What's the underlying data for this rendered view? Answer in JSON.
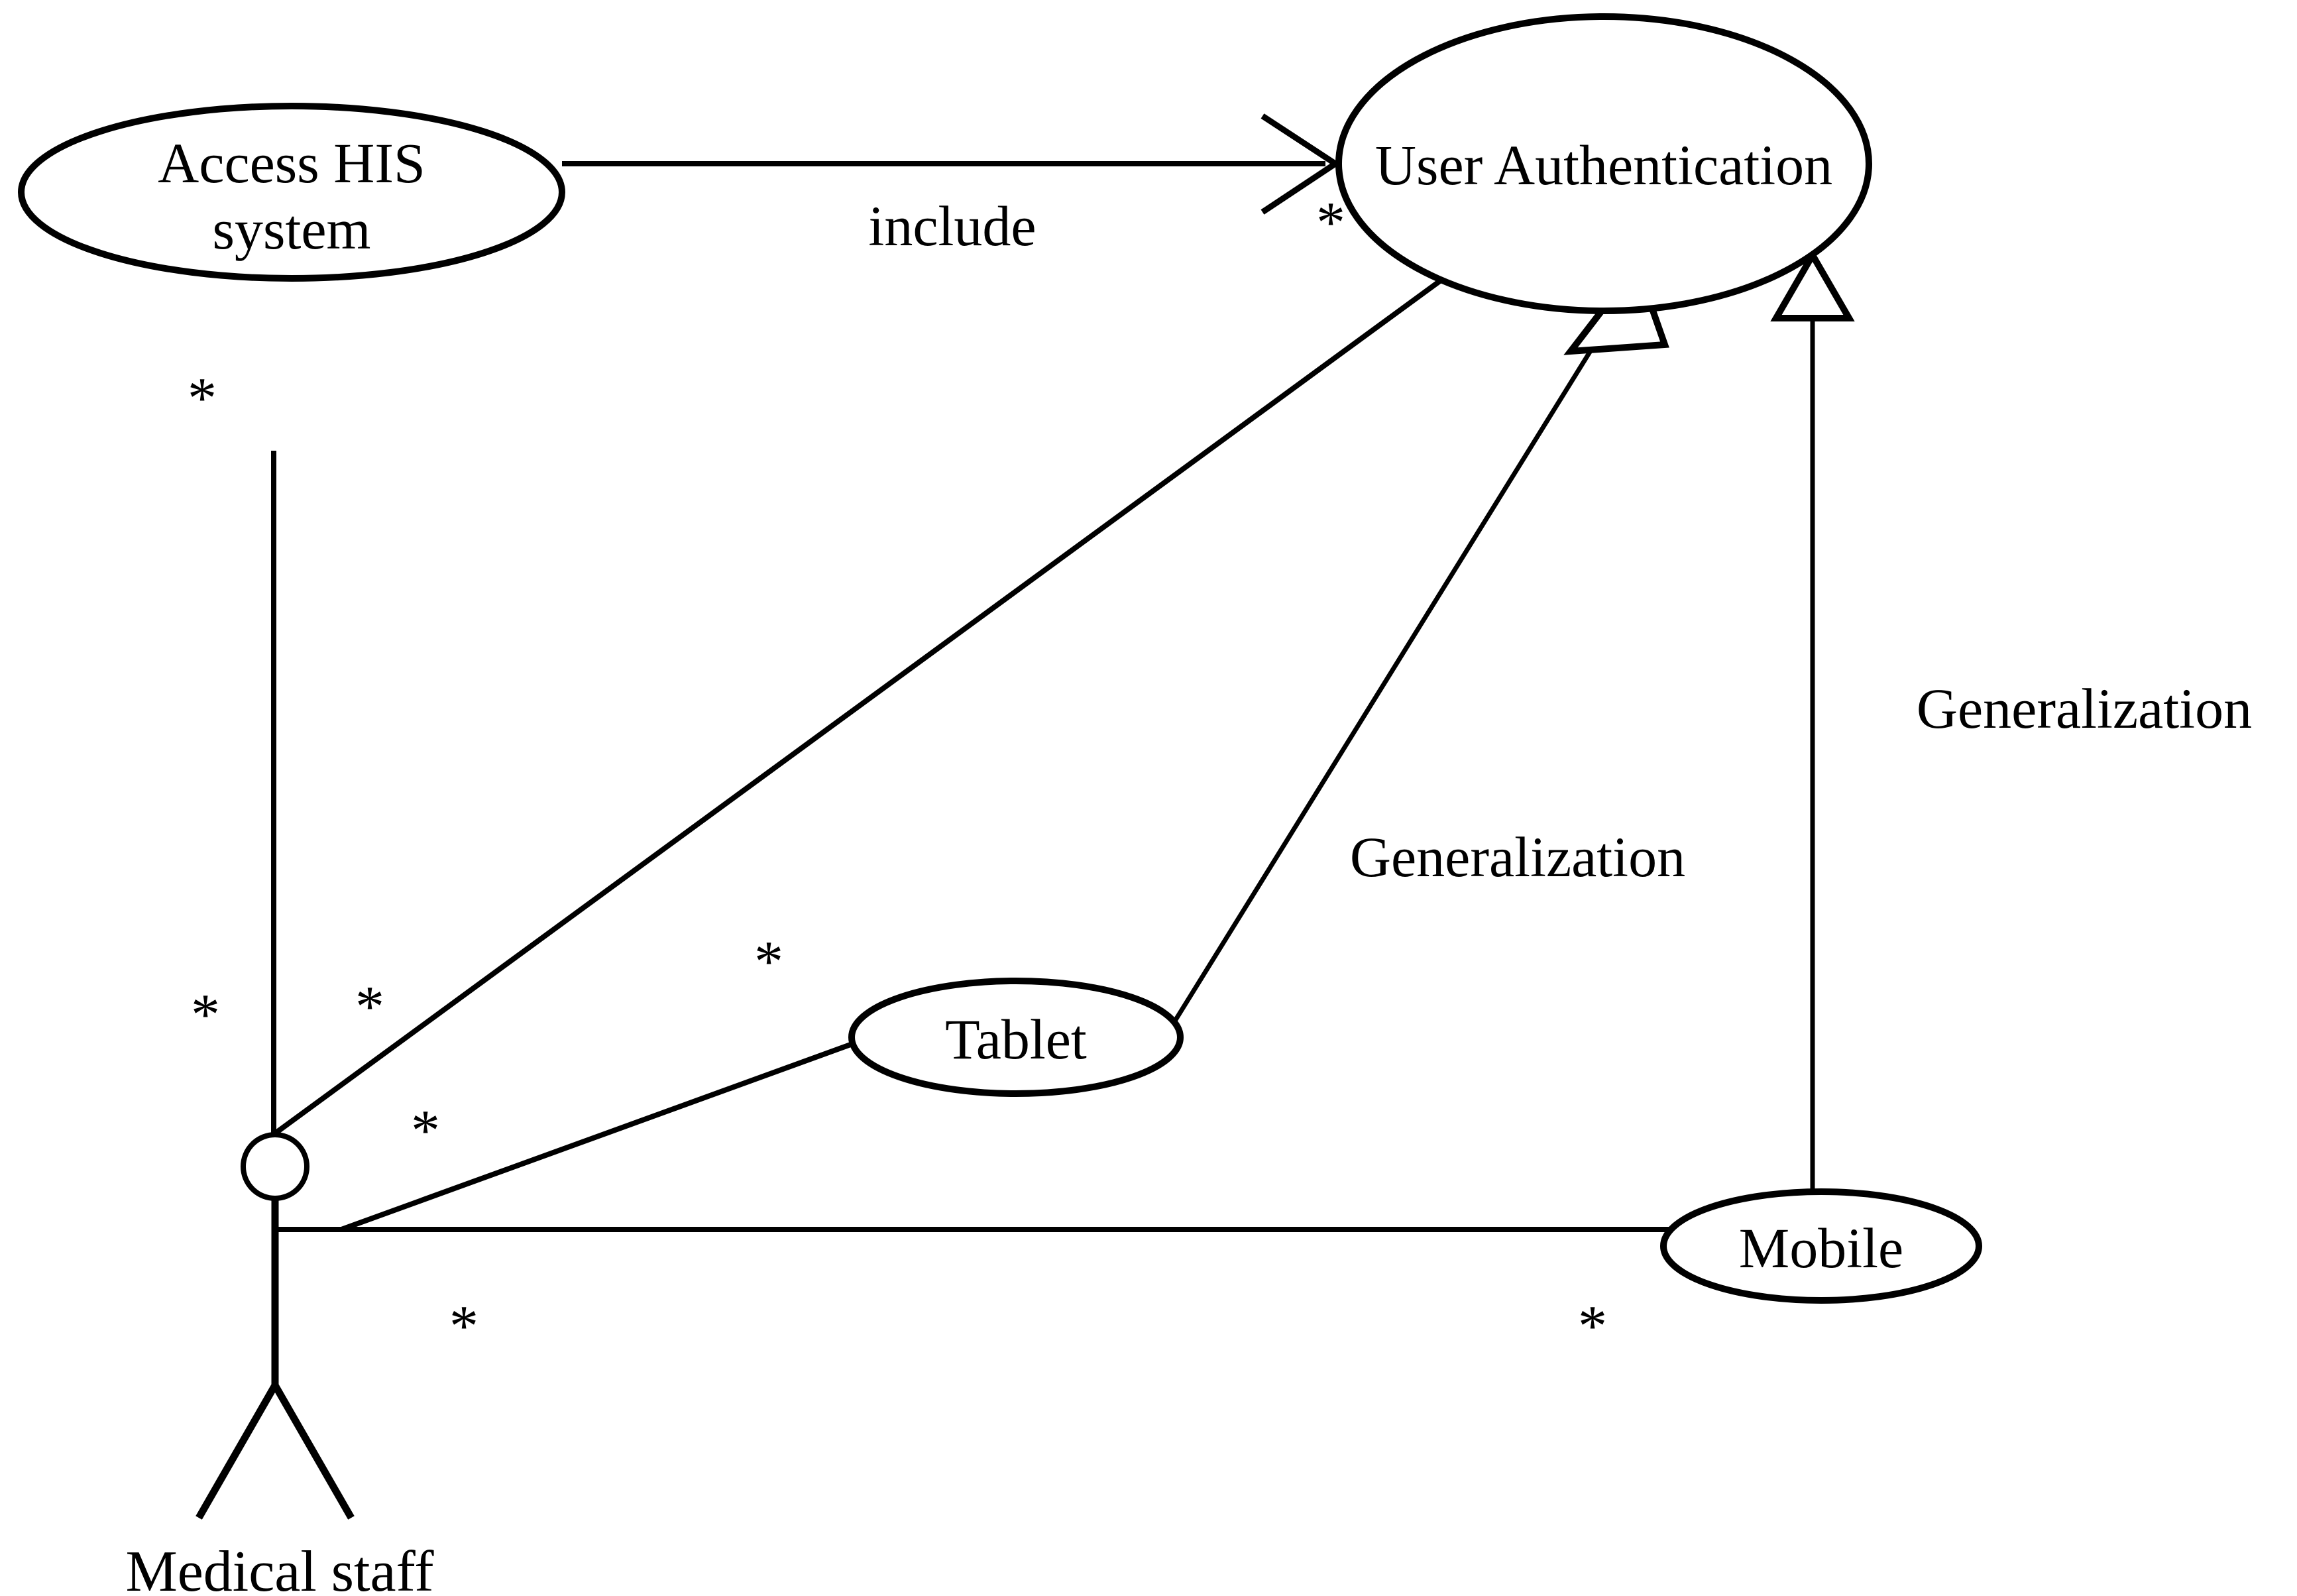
{
  "diagram": {
    "kind": "uml-use-case-diagram",
    "background_color": "#ffffff",
    "line_color": "#000000"
  },
  "use_cases": [
    {
      "id": "access-his-system",
      "label_line1": "Access HIS",
      "label_line2": "system"
    },
    {
      "id": "user-authentication",
      "label": "User Authentication"
    },
    {
      "id": "tablet",
      "label": "Tablet"
    },
    {
      "id": "mobile",
      "label": "Mobile"
    }
  ],
  "actors": [
    {
      "id": "medical-staff",
      "label": "Medical staff"
    }
  ],
  "edge_labels": {
    "include": "include",
    "generalization_tablet": "Generalization",
    "generalization_mobile": "Generalization"
  },
  "multiplicities": [
    {
      "id": "m1",
      "value": "*"
    },
    {
      "id": "m2",
      "value": "*"
    },
    {
      "id": "m3",
      "value": "*"
    },
    {
      "id": "m4",
      "value": "*"
    },
    {
      "id": "m5",
      "value": "*"
    },
    {
      "id": "m6",
      "value": "*"
    },
    {
      "id": "m7",
      "value": "*"
    },
    {
      "id": "m8",
      "value": "*"
    }
  ]
}
